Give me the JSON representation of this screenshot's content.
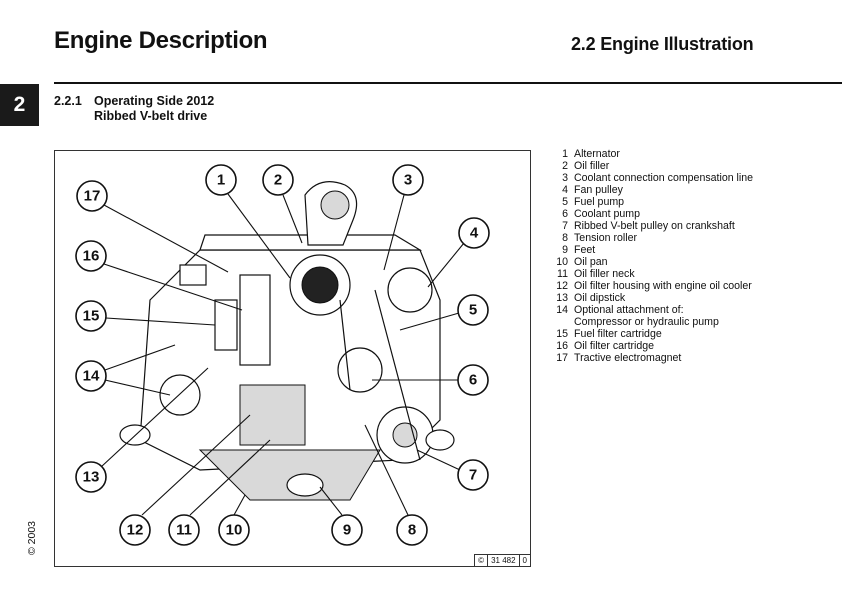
{
  "header": {
    "title": "Engine Description",
    "section": "2.2 Engine Illustration"
  },
  "chapter_tab": "2",
  "subsection": {
    "number": "2.2.1",
    "line1": "Operating Side 2012",
    "line2": "Ribbed V-belt drive"
  },
  "figure": {
    "copyright_symbol": "©",
    "figure_number": "31 482",
    "revision": "0",
    "callouts": [
      "1",
      "2",
      "3",
      "4",
      "5",
      "6",
      "7",
      "8",
      "9",
      "10",
      "11",
      "12",
      "13",
      "14",
      "15",
      "16",
      "17"
    ]
  },
  "legend": [
    {
      "n": "1",
      "label": "Alternator"
    },
    {
      "n": "2",
      "label": "Oil filler"
    },
    {
      "n": "3",
      "label": "Coolant connection compensation line"
    },
    {
      "n": "4",
      "label": "Fan pulley"
    },
    {
      "n": "5",
      "label": "Fuel pump"
    },
    {
      "n": "6",
      "label": "Coolant pump"
    },
    {
      "n": "7",
      "label": "Ribbed V-belt pulley on crankshaft"
    },
    {
      "n": "8",
      "label": "Tension roller"
    },
    {
      "n": "9",
      "label": "Feet"
    },
    {
      "n": "10",
      "label": "Oil pan"
    },
    {
      "n": "11",
      "label": "Oil filler neck"
    },
    {
      "n": "12",
      "label": "Oil filter housing with engine oil cooler"
    },
    {
      "n": "13",
      "label": "Oil dipstick"
    },
    {
      "n": "14",
      "label": "Optional attachment of:"
    },
    {
      "n": "",
      "label": "Compressor or hydraulic pump"
    },
    {
      "n": "15",
      "label": "Fuel filter cartridge"
    },
    {
      "n": "16",
      "label": "Oil filter cartridge"
    },
    {
      "n": "17",
      "label": "Tractive electromagnet"
    }
  ],
  "footer": {
    "copyright": "© 2003"
  }
}
